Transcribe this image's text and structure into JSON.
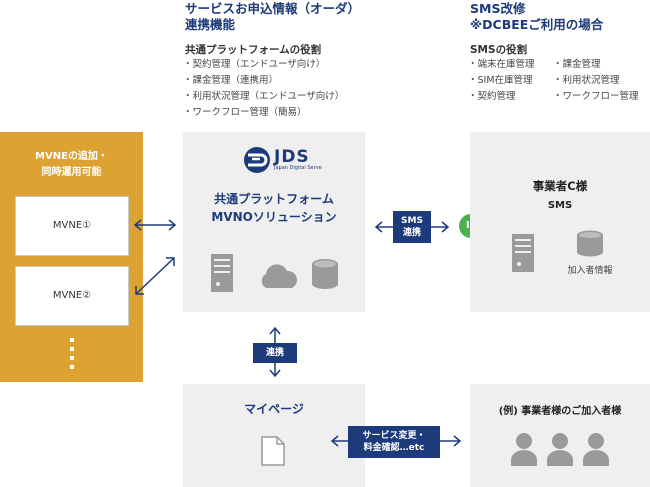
{
  "service_header": {
    "title_line1": "サービスお申込情報（オーダ）",
    "title_line2": "連携機能",
    "roles_title": "共通プラットフォームの役割",
    "roles": [
      "・契約管理（エンドユーザ向け）",
      "・課金管理（連携用）",
      "・利用状況管理（エンドユーザ向け）",
      "・ワークフロー管理（簡易）"
    ]
  },
  "sms_header": {
    "title_line1": "SMS改修",
    "title_line2": "※DCBEEご利用の場合",
    "roles_title": "SMSの役割",
    "roles_col1": [
      "・端末在庫管理",
      "・SIM在庫管理",
      "・契約管理"
    ],
    "roles_col2": [
      "・課金管理",
      "・利用状況管理",
      "・ワークフロー管理"
    ]
  },
  "mvne_panel": {
    "title_line1": "MVNEの追加・",
    "title_line2": "同時運用可能",
    "box1": "MVNE①",
    "box2": "MVNE②",
    "more": "⋮"
  },
  "platform": {
    "logo_text": "JDS",
    "logo_sub": "Japan Digital Serve",
    "title_line1": "共通プラットフォーム",
    "title_line2": "MVNOソリューション"
  },
  "carrier": {
    "title": "事業者C様",
    "subtitle": "SMS",
    "db_label": "加入者情報",
    "if_label": "IF"
  },
  "sms_link": {
    "line1": "SMS",
    "line2": "連携"
  },
  "vertical_link": {
    "label": "連携"
  },
  "mypage": {
    "title": "マイページ"
  },
  "service_change": {
    "line1": "サービス変更・",
    "line2": "料金確認…etc"
  },
  "subscribers": {
    "title": "(例) 事業者様のご加入者様"
  },
  "colors": {
    "navy": "#1d3a7a",
    "mustard": "#dca232",
    "panel_gray": "#efefef",
    "if_green": "#4caf50",
    "icon_gray": "#9a9a9a"
  }
}
